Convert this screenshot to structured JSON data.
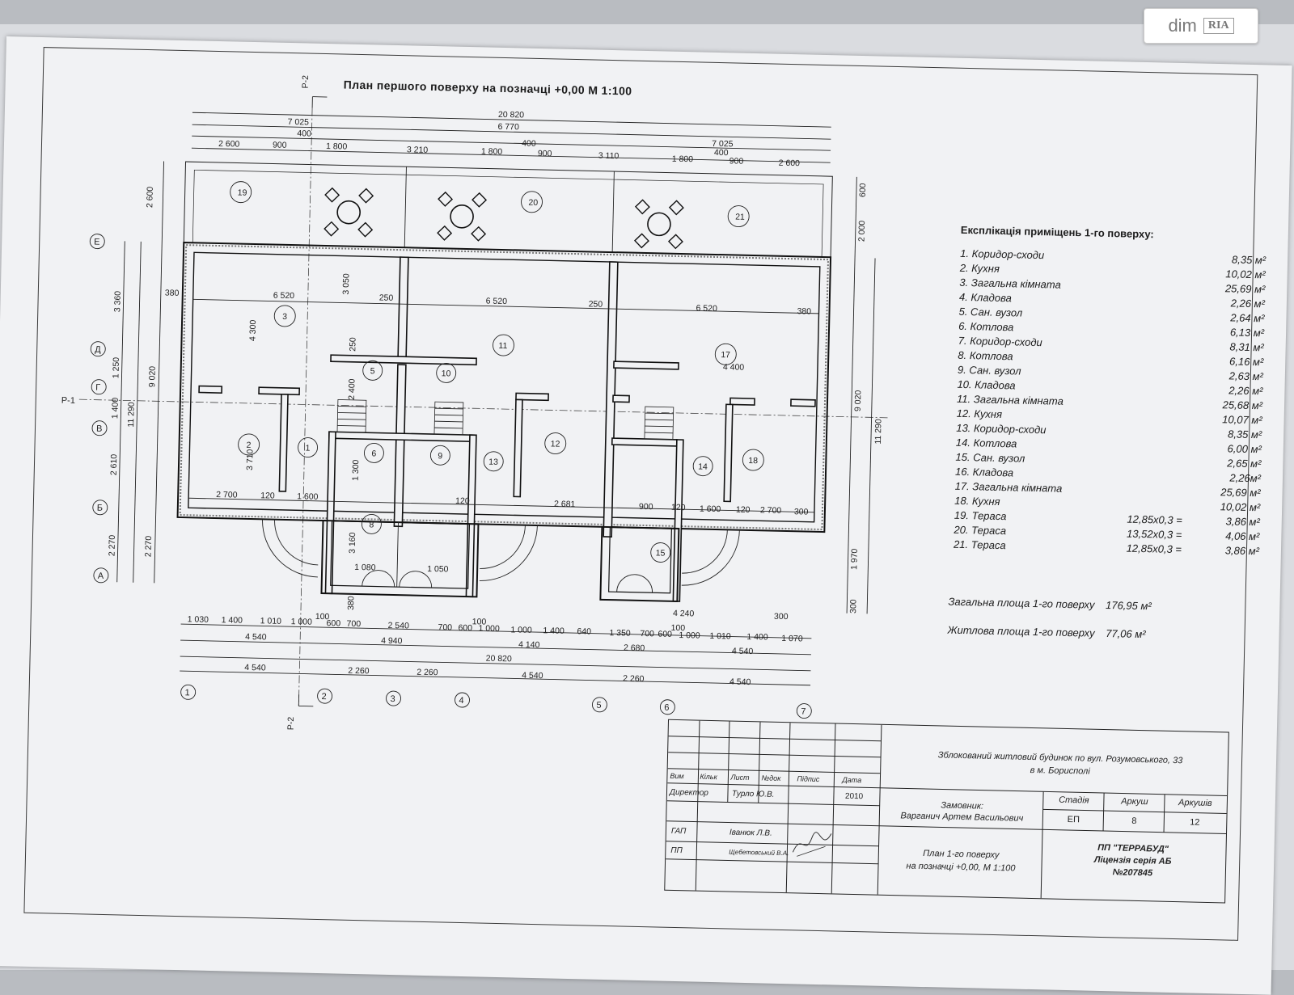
{
  "watermark": {
    "left": "dim",
    "right": "RIA"
  },
  "drawing_title": "План першого поверху на позначці +0,00 М 1:100",
  "section_marks": {
    "p1": "Р-1",
    "p2": "Р-2"
  },
  "axes_letters": [
    "Е",
    "Д",
    "Г",
    "В",
    "Б",
    "А"
  ],
  "axes_numbers": [
    "1",
    "2",
    "3",
    "4",
    "5",
    "6",
    "7"
  ],
  "top_dims": {
    "overall": "20 820",
    "row2": [
      "7 025",
      "6 770",
      "7 025"
    ],
    "row3": [
      "400",
      "400",
      "400"
    ],
    "row4": [
      "2 600",
      "900",
      "1 800",
      "3 210",
      "1 800",
      "900",
      "3 110",
      "1 800",
      "900",
      "2 600"
    ]
  },
  "bottom_dims": {
    "row1": [
      "1 030",
      "1 400",
      "1 010",
      "1 000",
      "100",
      "600",
      "700",
      "2 540",
      "700",
      "600",
      "100",
      "1 000",
      "1 000",
      "1 400",
      "640",
      "1 350",
      "700",
      "600",
      "100",
      "1 000",
      "1 010",
      "1 400",
      "1 070"
    ],
    "row2": [
      "4 540",
      "4 940",
      "4 140",
      "2 680",
      "4 540"
    ],
    "overall": "20 820",
    "row4": [
      "4 540",
      "2 260",
      "2 260",
      "4 540",
      "2 260",
      "4 540"
    ],
    "extra": [
      "4 240",
      "300"
    ]
  },
  "left_dims": {
    "outer": "11 290",
    "mid": "9 020",
    "col": [
      "2 600",
      "3 360",
      "1 250",
      "1 400",
      "2 610",
      "2 270",
      "2 270"
    ]
  },
  "right_dims": [
    "600",
    "2 000",
    "9 020",
    "11 290",
    "1 970",
    "300"
  ],
  "inner_dims": [
    "380",
    "6 520",
    "250",
    "6 520",
    "250",
    "6 520",
    "380",
    "3 050",
    "4 300",
    "4 400",
    "250",
    "2 400",
    "3 710",
    "2 700",
    "120",
    "1 600",
    "120",
    "2 681",
    "900",
    "120",
    "1 600",
    "120",
    "2 700",
    "300",
    "3 160",
    "1 080",
    "1 050",
    "1 300",
    "380"
  ],
  "explication": {
    "heading": "Експлікація приміщень 1-го поверху:",
    "rows": [
      {
        "name": "1. Коридор-сходи",
        "calc": "",
        "area": "8,35 м²"
      },
      {
        "name": "2. Кухня",
        "calc": "",
        "area": "10,02 м²"
      },
      {
        "name": "3. Загальна кімната",
        "calc": "",
        "area": "25,69 м²"
      },
      {
        "name": "4. Кладова",
        "calc": "",
        "area": "2,26 м²"
      },
      {
        "name": "5. Сан. вузол",
        "calc": "",
        "area": "2,64 м²"
      },
      {
        "name": "6. Котлова",
        "calc": "",
        "area": "6,13 м²"
      },
      {
        "name": "7. Коридор-сходи",
        "calc": "",
        "area": "8,31 м²"
      },
      {
        "name": "8. Котлова",
        "calc": "",
        "area": "6,16 м²"
      },
      {
        "name": "9. Сан. вузол",
        "calc": "",
        "area": "2,63 м²"
      },
      {
        "name": "10. Кладова",
        "calc": "",
        "area": "2,26 м²"
      },
      {
        "name": "11. Загальна кімната",
        "calc": "",
        "area": "25,68 м²"
      },
      {
        "name": "12. Кухня",
        "calc": "",
        "area": "10,07 м²"
      },
      {
        "name": "13. Коридор-сходи",
        "calc": "",
        "area": "8,35 м²"
      },
      {
        "name": "14. Котлова",
        "calc": "",
        "area": "6,00 м²"
      },
      {
        "name": "15. Сан. вузол",
        "calc": "",
        "area": "2,65 м²"
      },
      {
        "name": "16. Кладова",
        "calc": "",
        "area": "2,26м²"
      },
      {
        "name": "17. Загальна кімната",
        "calc": "",
        "area": "25,69 м²"
      },
      {
        "name": "18. Кухня",
        "calc": "",
        "area": "10,02 м²"
      },
      {
        "name": "19. Тераса",
        "calc": "12,85х0,3 =",
        "area": "3,86 м²"
      },
      {
        "name": "20. Тераса",
        "calc": "13,52х0,3 =",
        "area": "4,06 м²"
      },
      {
        "name": "21. Тераса",
        "calc": "12,85х0,3 =",
        "area": "3,86 м²"
      }
    ],
    "total_label": "Загальна площа 1-го поверху",
    "total_value": "176,95 м²",
    "living_label": "Житлова площа 1-го поверху",
    "living_value": "77,06 м²"
  },
  "stamp": {
    "project": "Зблокований житловий будинок по вул. Розумовського, 33",
    "project_city": "в м. Борисполі",
    "header_cols": [
      "Вим",
      "Кільк",
      "Лист",
      "№док",
      "Підпис",
      "Дата"
    ],
    "director_label": "Директор",
    "director_name": "Турло Ю.В.",
    "year": "2010",
    "gap_label": "ГАП",
    "gap_name": "Іванюк Л.В.",
    "pp_label": "ПП",
    "pp_name": "Щебетовський В.А.",
    "customer_label": "Замовник:",
    "customer_name": "Варганич Артем Васильович",
    "stage_label": "Стадія",
    "sheet_label": "Аркуш",
    "sheets_label": "Аркушів",
    "stage": "ЕП",
    "sheet": "8",
    "sheets": "12",
    "plan_line1": "План 1-го поверху",
    "plan_line2": "на позначці +0,00, М 1:100",
    "firm1": "ПП \"ТЕРРАБУД\"",
    "firm2": "Ліцензія серія АБ",
    "firm3": "№207845"
  },
  "room_tags": [
    "1",
    "2",
    "3",
    "5",
    "6",
    "8",
    "9",
    "10",
    "11",
    "12",
    "13",
    "14",
    "15",
    "17",
    "18",
    "19",
    "20",
    "21"
  ]
}
